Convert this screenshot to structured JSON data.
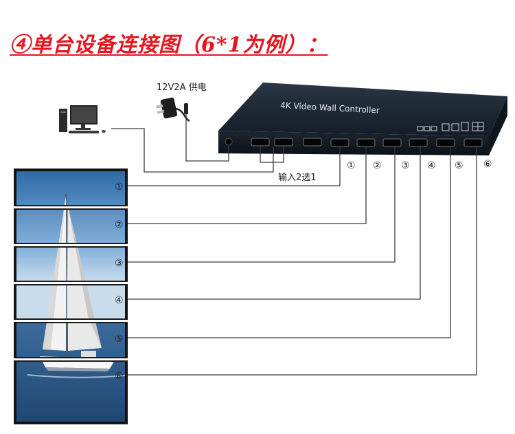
{
  "title": "④单台设备连接图（6*1为例）：",
  "power_label": "12V2A 供电",
  "device_name": "4K Video Wall Controller",
  "input_label": "输入2选1",
  "output_markers": [
    "①",
    "②",
    "③",
    "④",
    "⑤",
    "⑥"
  ],
  "screen_markers": [
    "①",
    "②",
    "③",
    "④",
    "⑤",
    "⑥"
  ],
  "colors": {
    "title": "#e8141e",
    "wire": "#3a3a3a",
    "device": "#1b2634"
  }
}
